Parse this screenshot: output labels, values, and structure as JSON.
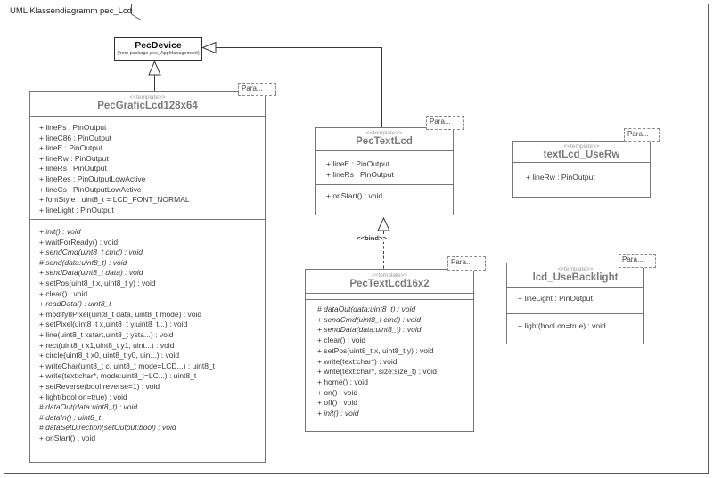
{
  "frame": {
    "title": "UML Klassendiagramm pec_Lcd"
  },
  "connectors": {
    "bind_label": "<<bind>>"
  },
  "classes": {
    "pec_device": {
      "name": "PecDevice",
      "origin": "(from package pec_AppManagement)"
    },
    "pec_grafic_lcd_128x64": {
      "stereotype": "<<template>>",
      "name": "PecGraficLcd128x64",
      "param_tab": "Para...",
      "attributes": [
        {
          "text": "+ linePs : PinOutput",
          "italic": false
        },
        {
          "text": "+ lineC86 : PinOutput",
          "italic": false
        },
        {
          "text": "+ lineE : PinOutput",
          "italic": false
        },
        {
          "text": "+ lineRw : PinOutput",
          "italic": false
        },
        {
          "text": "+ lineRs : PinOutput",
          "italic": false
        },
        {
          "text": "+ lineRes : PinOutputLowActive",
          "italic": false
        },
        {
          "text": "+ lineCs : PinOutputLowActive",
          "italic": false
        },
        {
          "text": "+ fontStyle : uint8_t = LCD_FONT_NORMAL",
          "italic": false
        },
        {
          "text": "+ lineLight : PinOutput",
          "italic": false
        }
      ],
      "methods": [
        {
          "text": "+ init() : void",
          "italic": true
        },
        {
          "text": "+ waitForReady() : void",
          "italic": false
        },
        {
          "text": "+ sendCmd(uint8_t cmd) : void",
          "italic": true
        },
        {
          "text": "# send(data:uint8_t) : void",
          "italic": true
        },
        {
          "text": "+ sendData(uint8_t data) : void",
          "italic": true
        },
        {
          "text": "+ setPos(uint8_t x, uint8_t y) : void",
          "italic": false
        },
        {
          "text": "+ clear() : void",
          "italic": false
        },
        {
          "text": "+ readData() : uint8_t",
          "italic": true
        },
        {
          "text": "+ modify8Pixel(uint8_t data, uint8_t mode) : void",
          "italic": false
        },
        {
          "text": "+ setPixel(uint8_t x,uint8_t y,uint8_t...) : void",
          "italic": false
        },
        {
          "text": "+ line(uint8_t xstart,uint8_t ysta...) : void",
          "italic": false
        },
        {
          "text": "+ rect(uint8_t x1,uint8_t y1, uint...) : void",
          "italic": false
        },
        {
          "text": "+ circle(uint8_t x0, uint8_t y0, uin...) : void",
          "italic": false
        },
        {
          "text": "+ writeChar(uint8_t c, uint8_t mode=LCD...) : uint8_t",
          "italic": false
        },
        {
          "text": "+ write(text:char*, mode:uint8_t=LC...) : uint8_t",
          "italic": false
        },
        {
          "text": "+ setReverse(bool reverse=1) : void",
          "italic": false
        },
        {
          "text": "+ light(bool on=true) : void",
          "italic": false
        },
        {
          "text": "# dataOut(data:uint8_t) : void",
          "italic": true
        },
        {
          "text": "# dataIn() : uint8_t",
          "italic": true
        },
        {
          "text": "# dataSetDirection(setOutput:bool) : void",
          "italic": true
        },
        {
          "text": "+ onStart() : void",
          "italic": false
        }
      ]
    },
    "pec_text_lcd": {
      "stereotype": "<<template>>",
      "name": "PecTextLcd",
      "param_tab": "Para...",
      "attributes": [
        {
          "text": "+ lineE : PinOutput",
          "italic": false
        },
        {
          "text": "+ lineRs : PinOutput",
          "italic": false
        }
      ],
      "methods": [
        {
          "text": "+ onStart() : void",
          "italic": false
        }
      ]
    },
    "pec_text_lcd_16x2": {
      "stereotype": "<<template>>",
      "name": "PecTextLcd16x2",
      "param_tab": "Para...",
      "attributes": [],
      "methods": [
        {
          "text": "# dataOut(data:uint8_t) : void",
          "italic": true
        },
        {
          "text": "+ sendCmd(uint8_t cmd) : void",
          "italic": true
        },
        {
          "text": "+ sendData(data:uint8_t) : void",
          "italic": true
        },
        {
          "text": "+ clear() : void",
          "italic": false
        },
        {
          "text": "+ setPos(uint8_t x, uint8_t y) : void",
          "italic": false
        },
        {
          "text": "+ write(text:char*) : void",
          "italic": false
        },
        {
          "text": "+ write(text:char*, size:size_t) : void",
          "italic": false
        },
        {
          "text": "+ home() : void",
          "italic": false
        },
        {
          "text": "+ on() : void",
          "italic": false
        },
        {
          "text": "+ off() : void",
          "italic": false
        },
        {
          "text": "+ init() : void",
          "italic": true
        }
      ]
    },
    "text_lcd_use_rw": {
      "stereotype": "<<template>>",
      "name": "textLcd_UseRw",
      "param_tab": "Para...",
      "attributes": [
        {
          "text": "+ lineRw : PinOutput",
          "italic": false
        }
      ]
    },
    "lcd_use_backlight": {
      "stereotype": "<<template>>",
      "name": "lcd_UseBacklight",
      "param_tab": "Para...",
      "attributes": [
        {
          "text": "+ lineLight : PinOutput",
          "italic": false
        }
      ],
      "methods": [
        {
          "text": "+ light(bool on=true) : void",
          "italic": false
        }
      ]
    }
  }
}
